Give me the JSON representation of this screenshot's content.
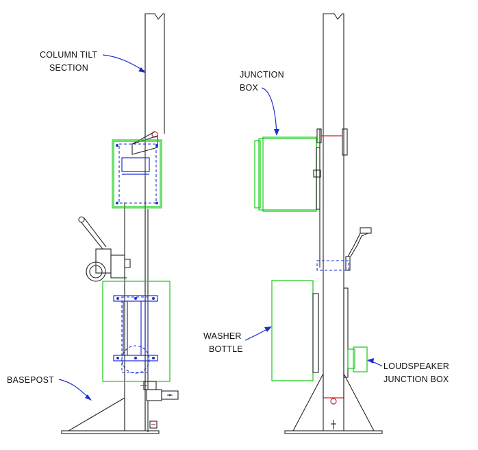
{
  "labels": {
    "column_tilt_1": "COLUMN TILT",
    "column_tilt_2": "SECTION",
    "junction_box_1": "JUNCTION",
    "junction_box_2": "BOX",
    "washer_1": "WASHER",
    "washer_2": "BOTTLE",
    "basepost": "BASEPOST",
    "loudspeaker_1": "LOUDSPEAKER",
    "loudspeaker_2": "JUNCTION BOX"
  },
  "colors": {
    "line": "#222222",
    "component_outline": "#11cc11",
    "hardware": "#1a2fd0",
    "hinge": "#d42020"
  }
}
